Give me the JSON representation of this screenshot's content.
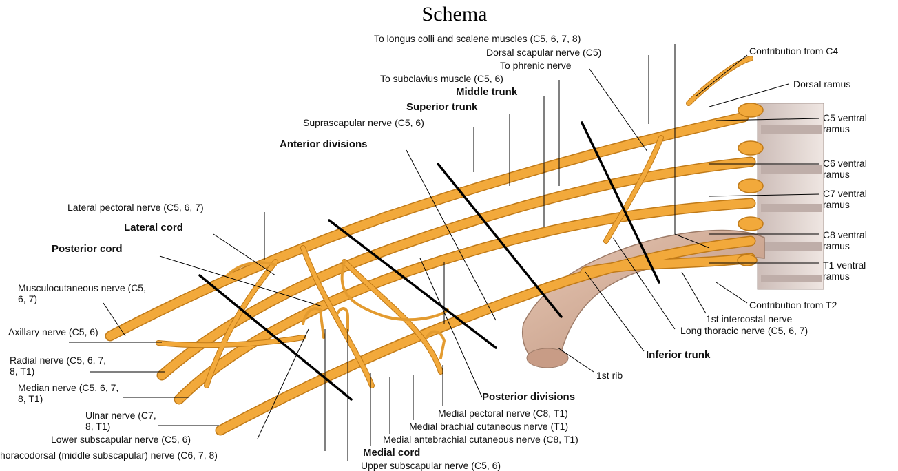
{
  "title": "Schema",
  "labels": {
    "longus_colli": "To longus colli and scalene muscles (C5, 6, 7, 8)",
    "dorsal_scapular": "Dorsal scapular nerve (C5)",
    "contribution_c4": "Contribution from C4",
    "to_phrenic": "To phrenic nerve",
    "dorsal_ramus": "Dorsal ramus",
    "to_subclavius": "To subclavius muscle (C5, 6)",
    "middle_trunk": "Middle trunk",
    "superior_trunk": "Superior trunk",
    "c5_ventral": "C5 ventral ramus",
    "suprascapular": "Suprascapular nerve (C5, 6)",
    "anterior_divisions": "Anterior divisions",
    "c6_ventral": "C6 ventral ramus",
    "c7_ventral": "C7 ventral ramus",
    "lateral_pectoral": "Lateral pectoral nerve (C5, 6, 7)",
    "lateral_cord": "Lateral cord",
    "c8_ventral": "C8 ventral ramus",
    "posterior_cord": "Posterior cord",
    "t1_ventral": "T1 ventral ramus",
    "musculocutaneous": "Musculocutaneous nerve (C5, 6, 7)",
    "contribution_t2": "Contribution from T2",
    "intercostal": "1st intercostal nerve",
    "axillary": "Axillary nerve (C5, 6)",
    "long_thoracic": "Long thoracic nerve (C5, 6, 7)",
    "radial": "Radial nerve (C5, 6, 7, 8, T1)",
    "inferior_trunk": "Inferior trunk",
    "first_rib": "1st rib",
    "median": "Median nerve (C5, 6, 7, 8, T1)",
    "posterior_divisions": "Posterior divisions",
    "ulnar": "Ulnar nerve (C7, 8, T1)",
    "medial_pectoral": "Medial pectoral nerve (C8, T1)",
    "medial_brachial": "Medial brachial cutaneous nerve (T1)",
    "lower_subscapular": "Lower subscapular nerve (C5, 6)",
    "medial_antebrachial": "Medial antebrachial cutaneous nerve (C8, T1)",
    "thoracodorsal": "horacodorsal (middle subscapular) nerve (C6, 7, 8)",
    "medial_cord": "Medial cord",
    "upper_subscapular": "Upper subscapular nerve (C5, 6)"
  },
  "colors": {
    "nerve": "#f2a93b",
    "nerve_edge": "#c07a18",
    "bone": "#d9b29c",
    "bone_edge": "#a9836f",
    "vertebra": "#d8ccc8"
  }
}
